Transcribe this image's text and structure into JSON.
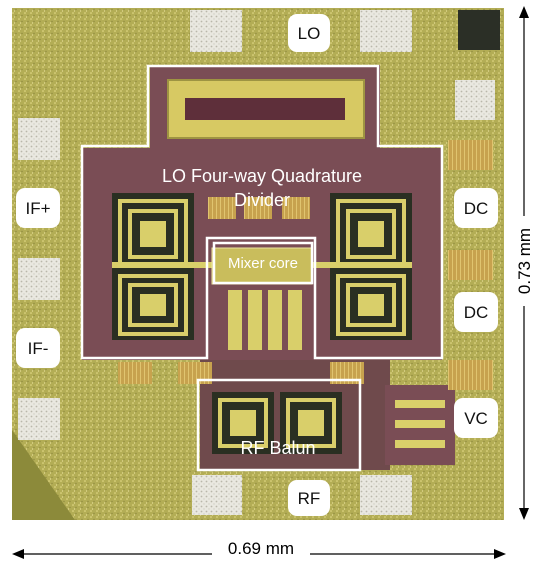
{
  "pads": {
    "lo": "LO",
    "rf": "RF",
    "if_plus": "IF+",
    "if_minus": "IF-",
    "dc_top": "DC",
    "dc_bottom": "DC",
    "vc": "VC"
  },
  "blocks": {
    "lo_divider_line1": "LO Four-way Quadrature",
    "lo_divider_line2": "Divider",
    "mixer_core": "Mixer core",
    "rf_balun": "RF Balun"
  },
  "dimensions": {
    "width": "0.69 mm",
    "height": "0.73 mm"
  },
  "colors": {
    "die_gold": "#b9b25a",
    "metal_yellow": "#d8cc6a",
    "substrate_maroon": "#7a4d55",
    "outline_white": "#ffffff"
  }
}
